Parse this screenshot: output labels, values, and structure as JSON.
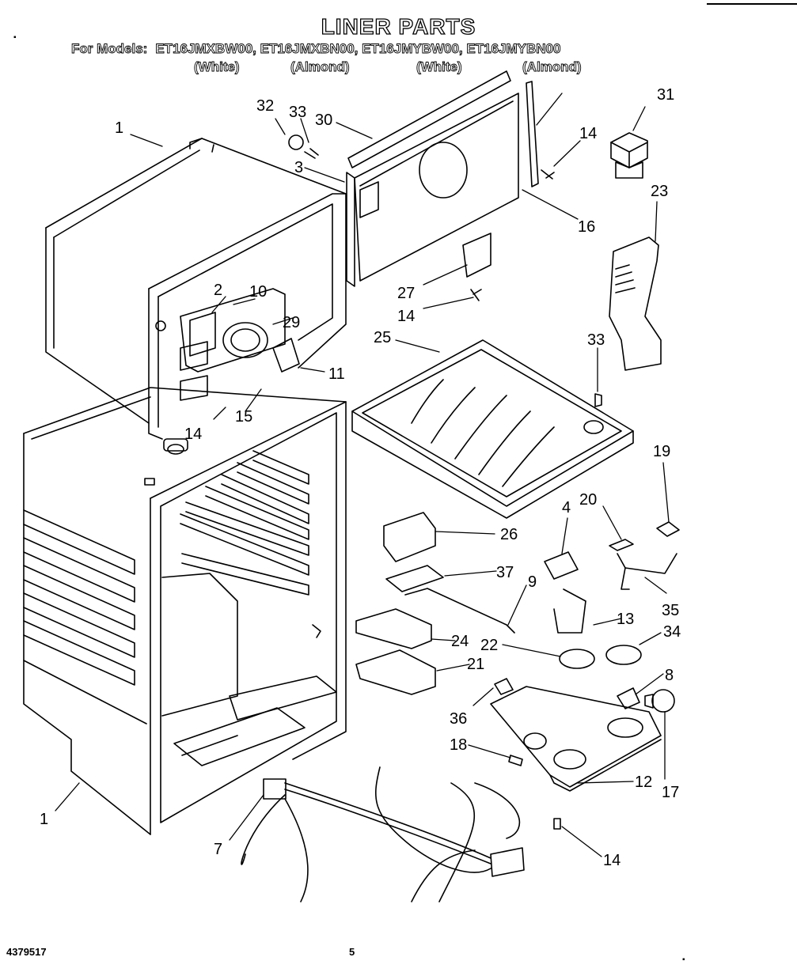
{
  "header": {
    "title": "LINER PARTS",
    "models_label": "For Models:",
    "models": "ET16JMXBW00, ET16JMXBN00, ET16JMYBW00, ET16JMYBN00",
    "finishes": [
      "(White)",
      "(Almond)",
      "(White)",
      "(Almond)"
    ]
  },
  "callouts": [
    "1",
    "32",
    "33",
    "30",
    "3",
    "31",
    "14",
    "23",
    "16",
    "2",
    "10",
    "29",
    "11",
    "27",
    "14",
    "25",
    "33",
    "14",
    "15",
    "19",
    "20",
    "4",
    "26",
    "37",
    "9",
    "13",
    "35",
    "24",
    "22",
    "34",
    "21",
    "8",
    "36",
    "18",
    "12",
    "17",
    "1",
    "7",
    "14"
  ],
  "footer": {
    "part_number": "4379517",
    "page_number": "5"
  }
}
